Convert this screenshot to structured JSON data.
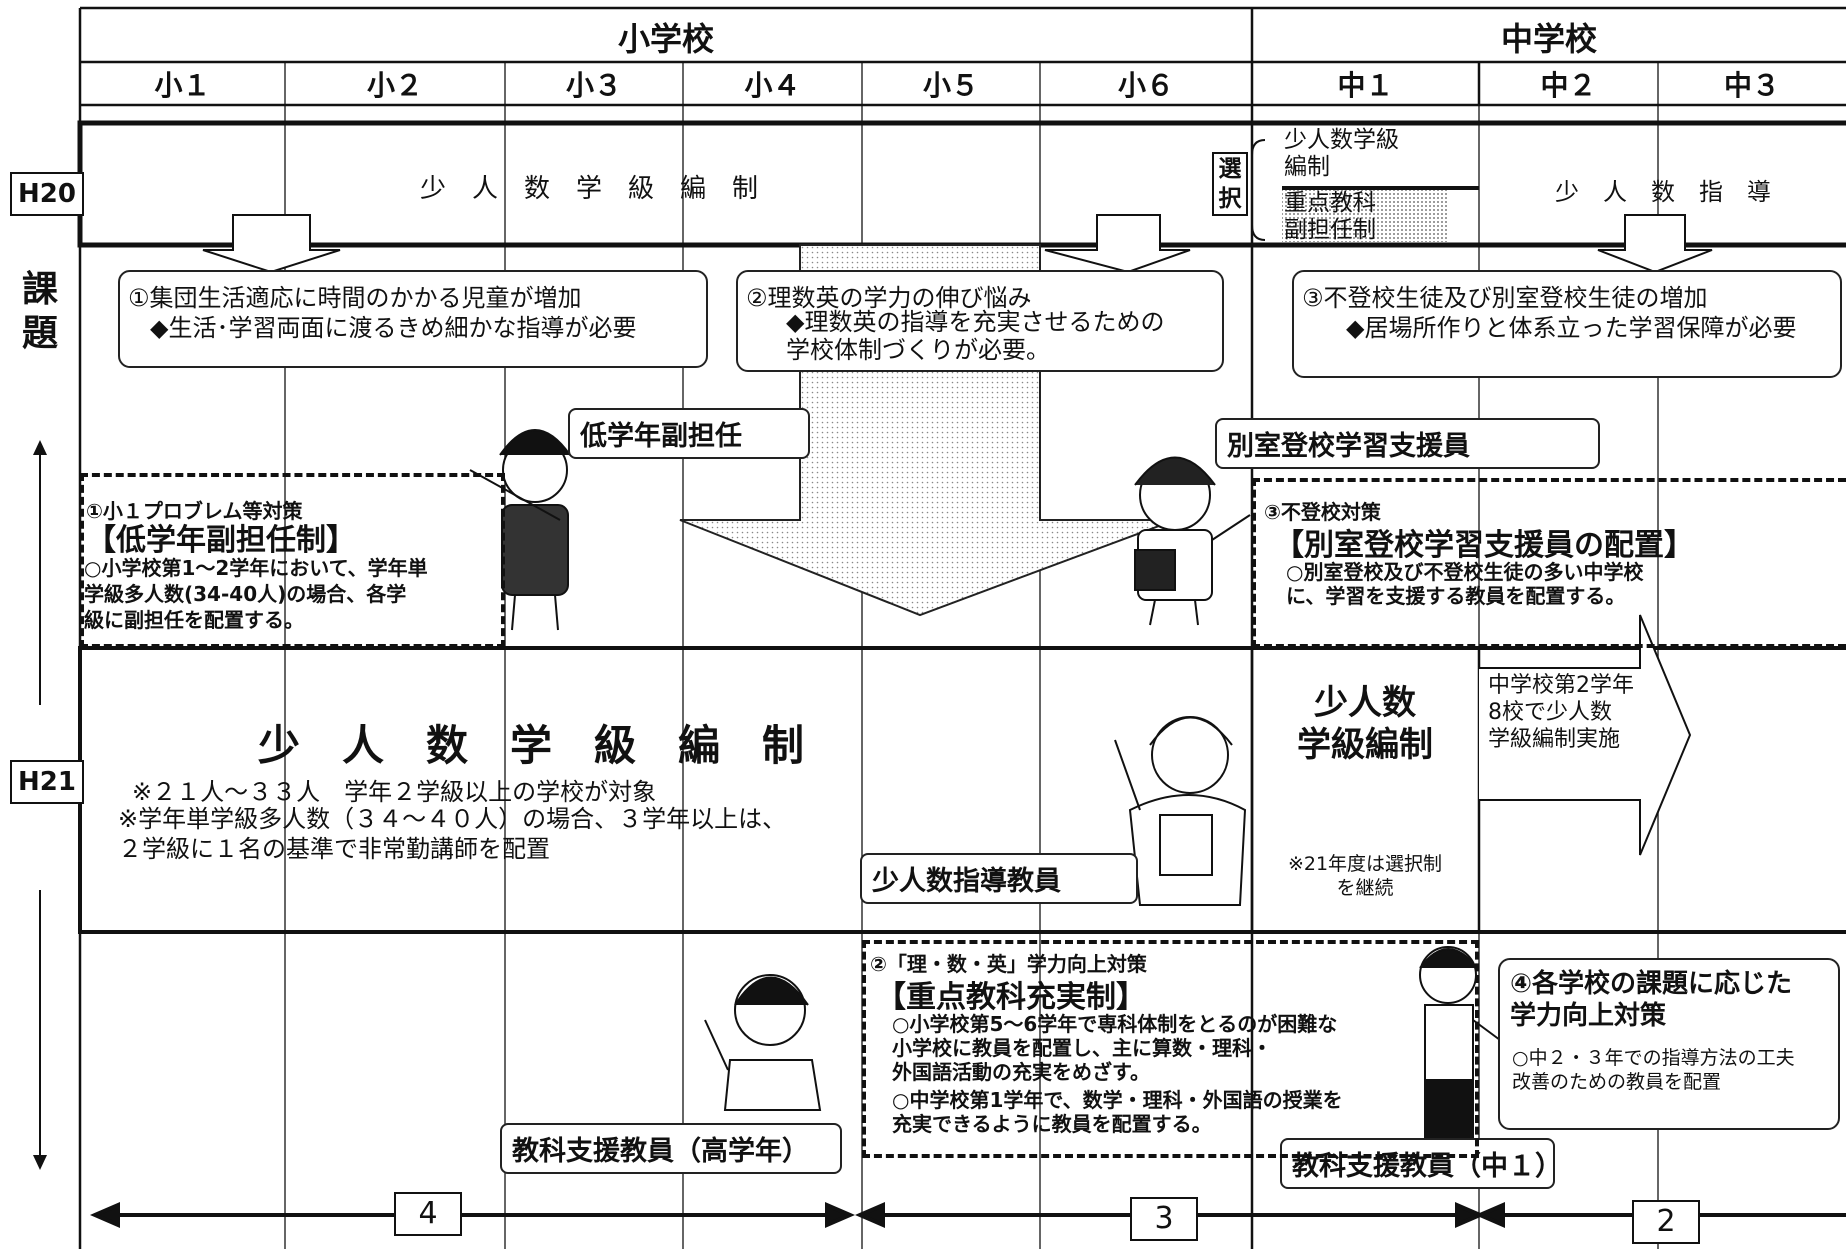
{
  "header": {
    "elementary": "小学校",
    "junior": "中学校",
    "grades": [
      "小１",
      "小２",
      "小３",
      "小４",
      "小５",
      "小６",
      "中１",
      "中２",
      "中３"
    ]
  },
  "years": {
    "h20": "H20",
    "h21": "H21"
  },
  "side_label": "課\n題",
  "h20_row": {
    "elem_policy": "少　人　数　学　級　編　制",
    "select_label": "選\n択",
    "option1": "少人数学級\n編制",
    "option2": "重点教科\n副担任制",
    "junior_policy": "少　人　数　指　導"
  },
  "issues": [
    {
      "title": "①集団生活適応に時間のかかる児童が増加",
      "body": "◆生活･学習両面に渡るきめ細かな指導が必要"
    },
    {
      "title": "②理数英の学力の伸び悩み",
      "body": "◆理数英の指導を充実させるための\n学校体制づくりが必要。"
    },
    {
      "title": "③不登校生徒及び別室登校生徒の増加",
      "body": "◆居場所作りと体系立った学習保障が必要"
    }
  ],
  "staff_tags": {
    "low_grade": "低学年副担任",
    "separate_room": "別室登校学習支援員",
    "small_class": "少人数指導教員",
    "subject_upper": "教科支援教員（高学年）",
    "subject_j1": "教科支援教員（中１）"
  },
  "measure1": {
    "head": "①小１プロブレム等対策",
    "title": "【低学年副担任制】",
    "body": "○小学校第1～2学年において、学年単\n学級多人数(34-40人)の場合、各学\n級に副担任を配置する。"
  },
  "measure3": {
    "head": "③不登校対策",
    "title": "【別室登校学習支援員の配置】",
    "body": "○別室登校及び不登校生徒の多い中学校\nに、学習を支援する教員を配置する。"
  },
  "h21_row": {
    "title": "少　人　数　学　級　編　制",
    "note1": "※２１人～３３人　学年２学級以上の学校が対象",
    "note2": "※学年単学級多人数（３４～４０人）の場合、３学年以上は、\n２学級に１名の基準で非常勤講師を配置",
    "junior_title": "少人数\n学級編制",
    "junior_note": "※21年度は選択制\nを継続",
    "arrow_text": "中学校第2学年\n8校で少人数\n学級編制実施"
  },
  "measure2": {
    "head": "②「理・数・英」学力向上対策",
    "title": "【重点教科充実制】",
    "body1": "○小学校第5～6学年で専科体制をとるのが困難な\n小学校に教員を配置し、主に算数・理科・\n外国語活動の充実をめざす。",
    "body2": "○中学校第1学年で、数学・理科・外国語の授業を\n充実できるように教員を配置する。"
  },
  "measure4": {
    "title": "④各学校の課題に応じた\n学力向上対策",
    "body": "○中２・３年での指導方法の工夫\n改善のための教員を配置"
  },
  "bottom_numbers": [
    "4",
    "3",
    "2"
  ]
}
